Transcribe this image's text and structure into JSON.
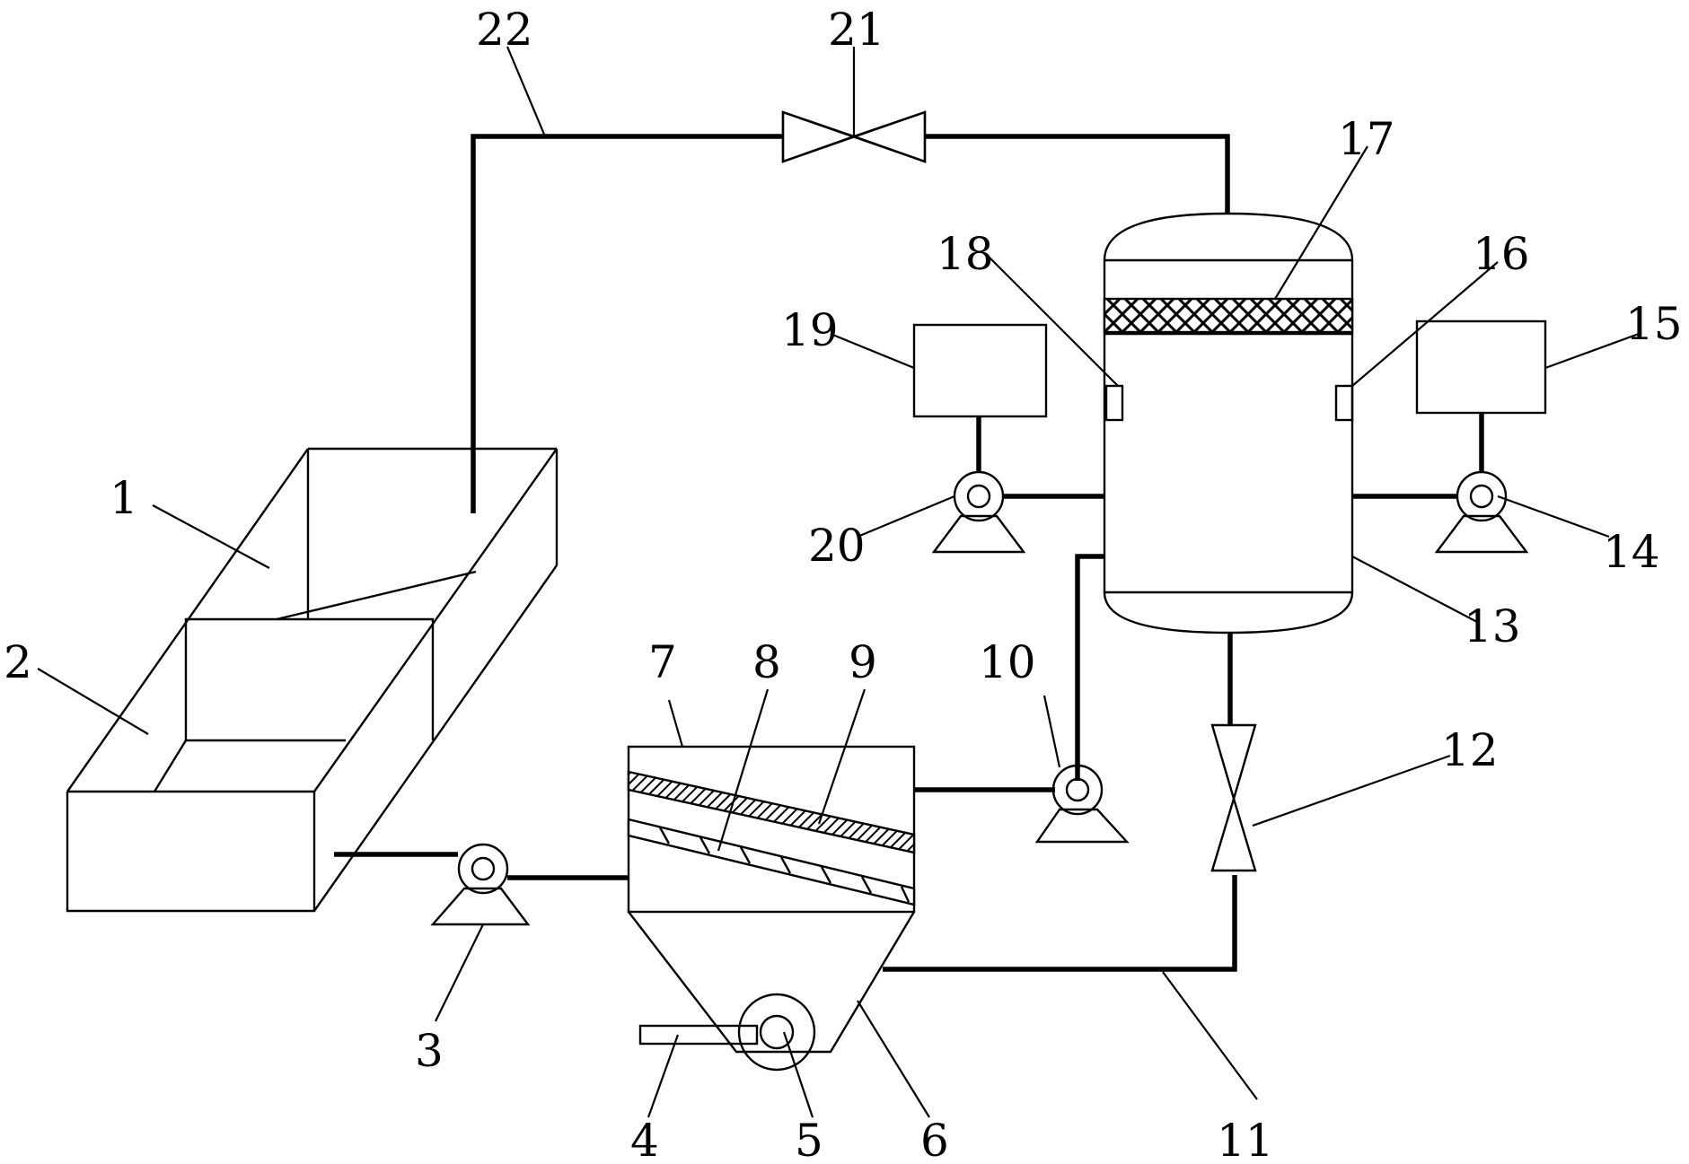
{
  "labels": {
    "l1": "1",
    "l2": "2",
    "l3": "3",
    "l4": "4",
    "l5": "5",
    "l6": "6",
    "l7": "7",
    "l8": "8",
    "l9": "9",
    "l10": "10",
    "l11": "11",
    "l12": "12",
    "l13": "13",
    "l14": "14",
    "l15": "15",
    "l16": "16",
    "l17": "17",
    "l18": "18",
    "l19": "19",
    "l20": "20",
    "l21": "21",
    "l22": "22"
  },
  "colors": {
    "line": "#000000",
    "background": "#ffffff"
  }
}
